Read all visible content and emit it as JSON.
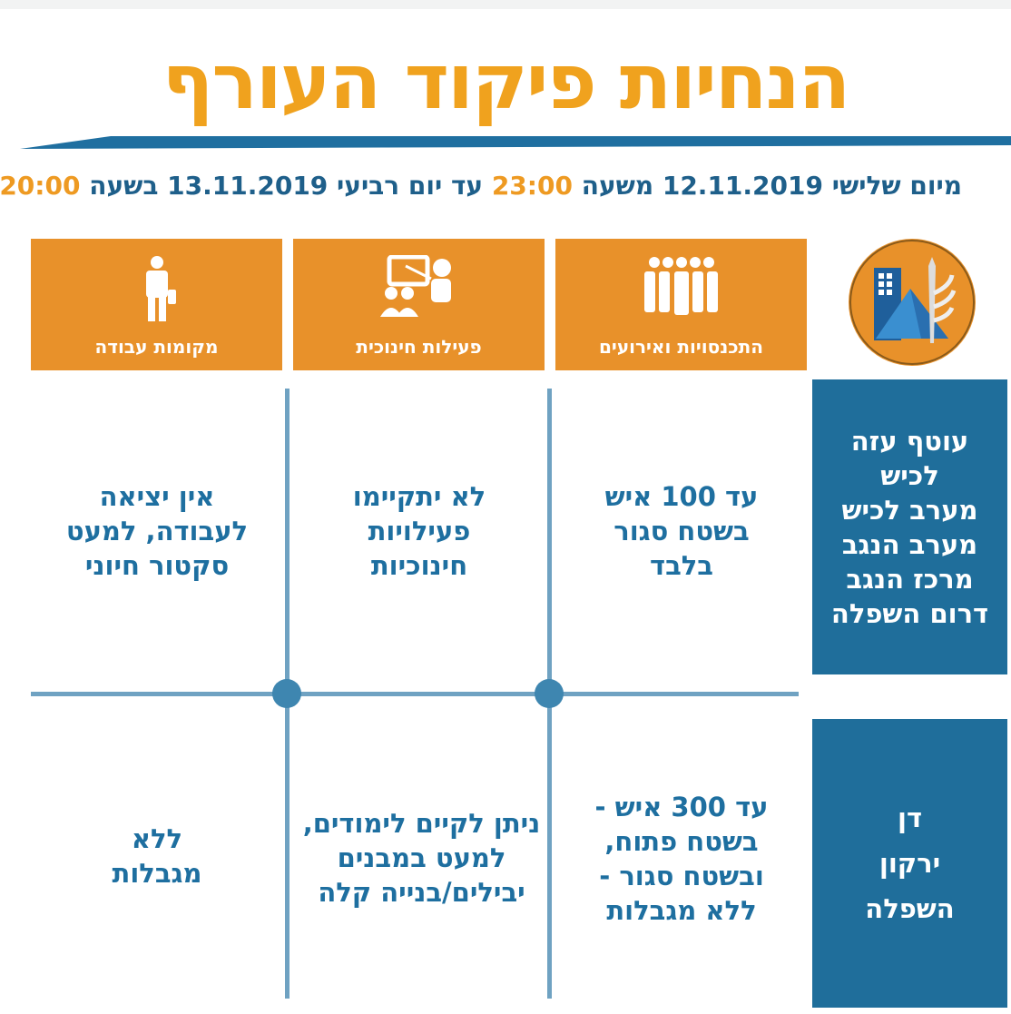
{
  "title": "הנחיות פיקוד העורף",
  "date_line": {
    "part1": "מיום שלישי 12.11.2019 משעה ",
    "time1": "23:00",
    "part2": " עד יום רביעי 13.11.2019 בשעה ",
    "time2": "20:00"
  },
  "categories": [
    {
      "label": "התכנסויות ואירועים",
      "icon": "crowd-icon"
    },
    {
      "label": "פעילות חינוכית",
      "icon": "teacher-icon"
    },
    {
      "label": "מקומות עבודה",
      "icon": "worker-icon"
    }
  ],
  "regions": [
    {
      "name": "עוטף עזה\nלכיש\nמערב לכיש\nמערב הנגב\nמרכז הנגב\nדרום השפלה",
      "cells": [
        "עד 100 איש\nבשטח סגור\nבלבד",
        "לא יתקיימו\nפעילויות\nחינוכיות",
        "אין יציאה\nלעבודה, למעט\nסקטור חיוני"
      ]
    },
    {
      "name": "דן\nירקון\nהשפלה",
      "cells": [
        "עד 300 איש -\nבשטח פתוח,\nובשטח סגור -\nללא מגבלות",
        "ניתן לקיים לימודים,\nלמעט במבנים\nיבילים/בנייה קלה",
        "ללא\nמגבלות"
      ]
    }
  ],
  "colors": {
    "orange": "#E8912A",
    "blue": "#1F6E9B",
    "title": "#F0A21E",
    "grid": "#6FA2C2"
  }
}
